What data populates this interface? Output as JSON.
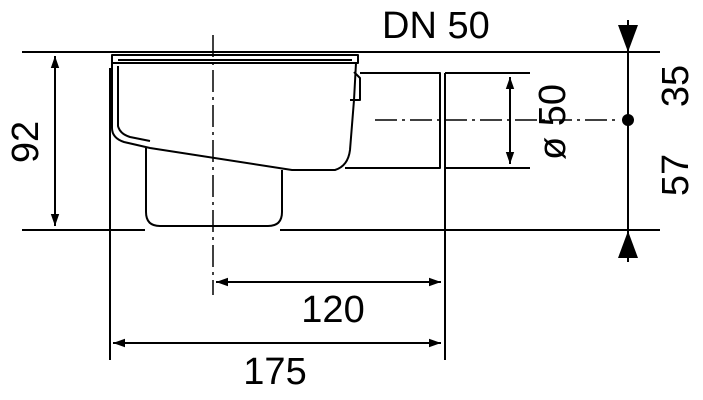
{
  "drawing": {
    "pipe_label": "DN 50",
    "dimensions": {
      "total_height": "92",
      "upper_height": "35",
      "lower_height": "57",
      "pipe_diameter": "ø 50",
      "outlet_offset": "120",
      "total_length": "175"
    }
  },
  "colors": {
    "line": "#000000",
    "background": "#ffffff"
  }
}
